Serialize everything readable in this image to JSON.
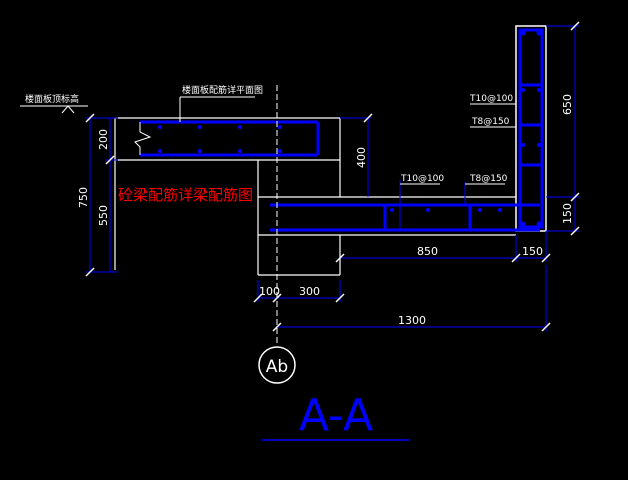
{
  "drawing": {
    "section_title": "A-A",
    "axis_label": "Ab",
    "red_note": "砼梁配筋详梁配筋图",
    "left_note": "楼面板顶标高",
    "top_note": "楼面板配筋详平面图",
    "rebar_labels": [
      "T10@100",
      "T8@150",
      "T10@100",
      "T8@150"
    ],
    "dims": {
      "d650": "650",
      "d150_right": "150",
      "d200": "200",
      "d750": "750",
      "d550": "550",
      "d400": "400",
      "d850": "850",
      "d150_bottom": "150",
      "d100": "100",
      "d300": "300",
      "d1300": "1300"
    },
    "colors": {
      "background": "#000000",
      "rebar": "#0000ff",
      "dimension": "#0000ff",
      "outline": "#ffffff",
      "note_red": "#ff0000",
      "title": "#0000ff"
    }
  }
}
